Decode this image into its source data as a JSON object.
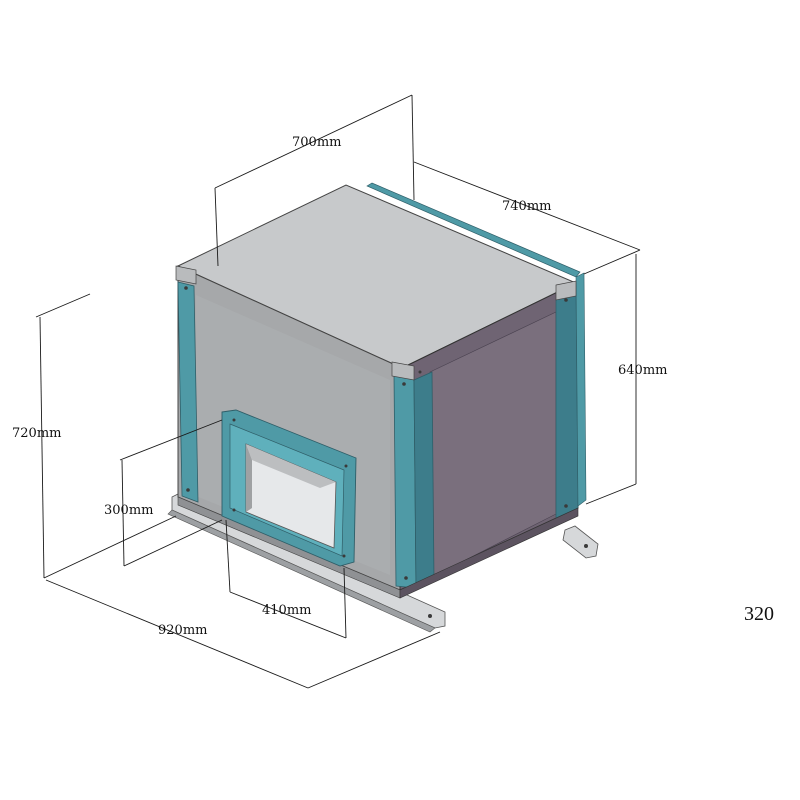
{
  "dimensions": {
    "depth_top": "700mm",
    "width_top": "740mm",
    "height_right": "640mm",
    "height_left": "720mm",
    "outlet_height": "300mm",
    "outlet_width": "410mm",
    "base_length": "920mm"
  },
  "model_label": "320",
  "colors": {
    "top_face": "#c7c9cb",
    "front_face": "#a6a8aa",
    "side_face": "#6f6473",
    "frame_teal": "#4f9aa6",
    "frame_dark": "#3d7d8b",
    "base_rail": "#cfd1d3"
  }
}
